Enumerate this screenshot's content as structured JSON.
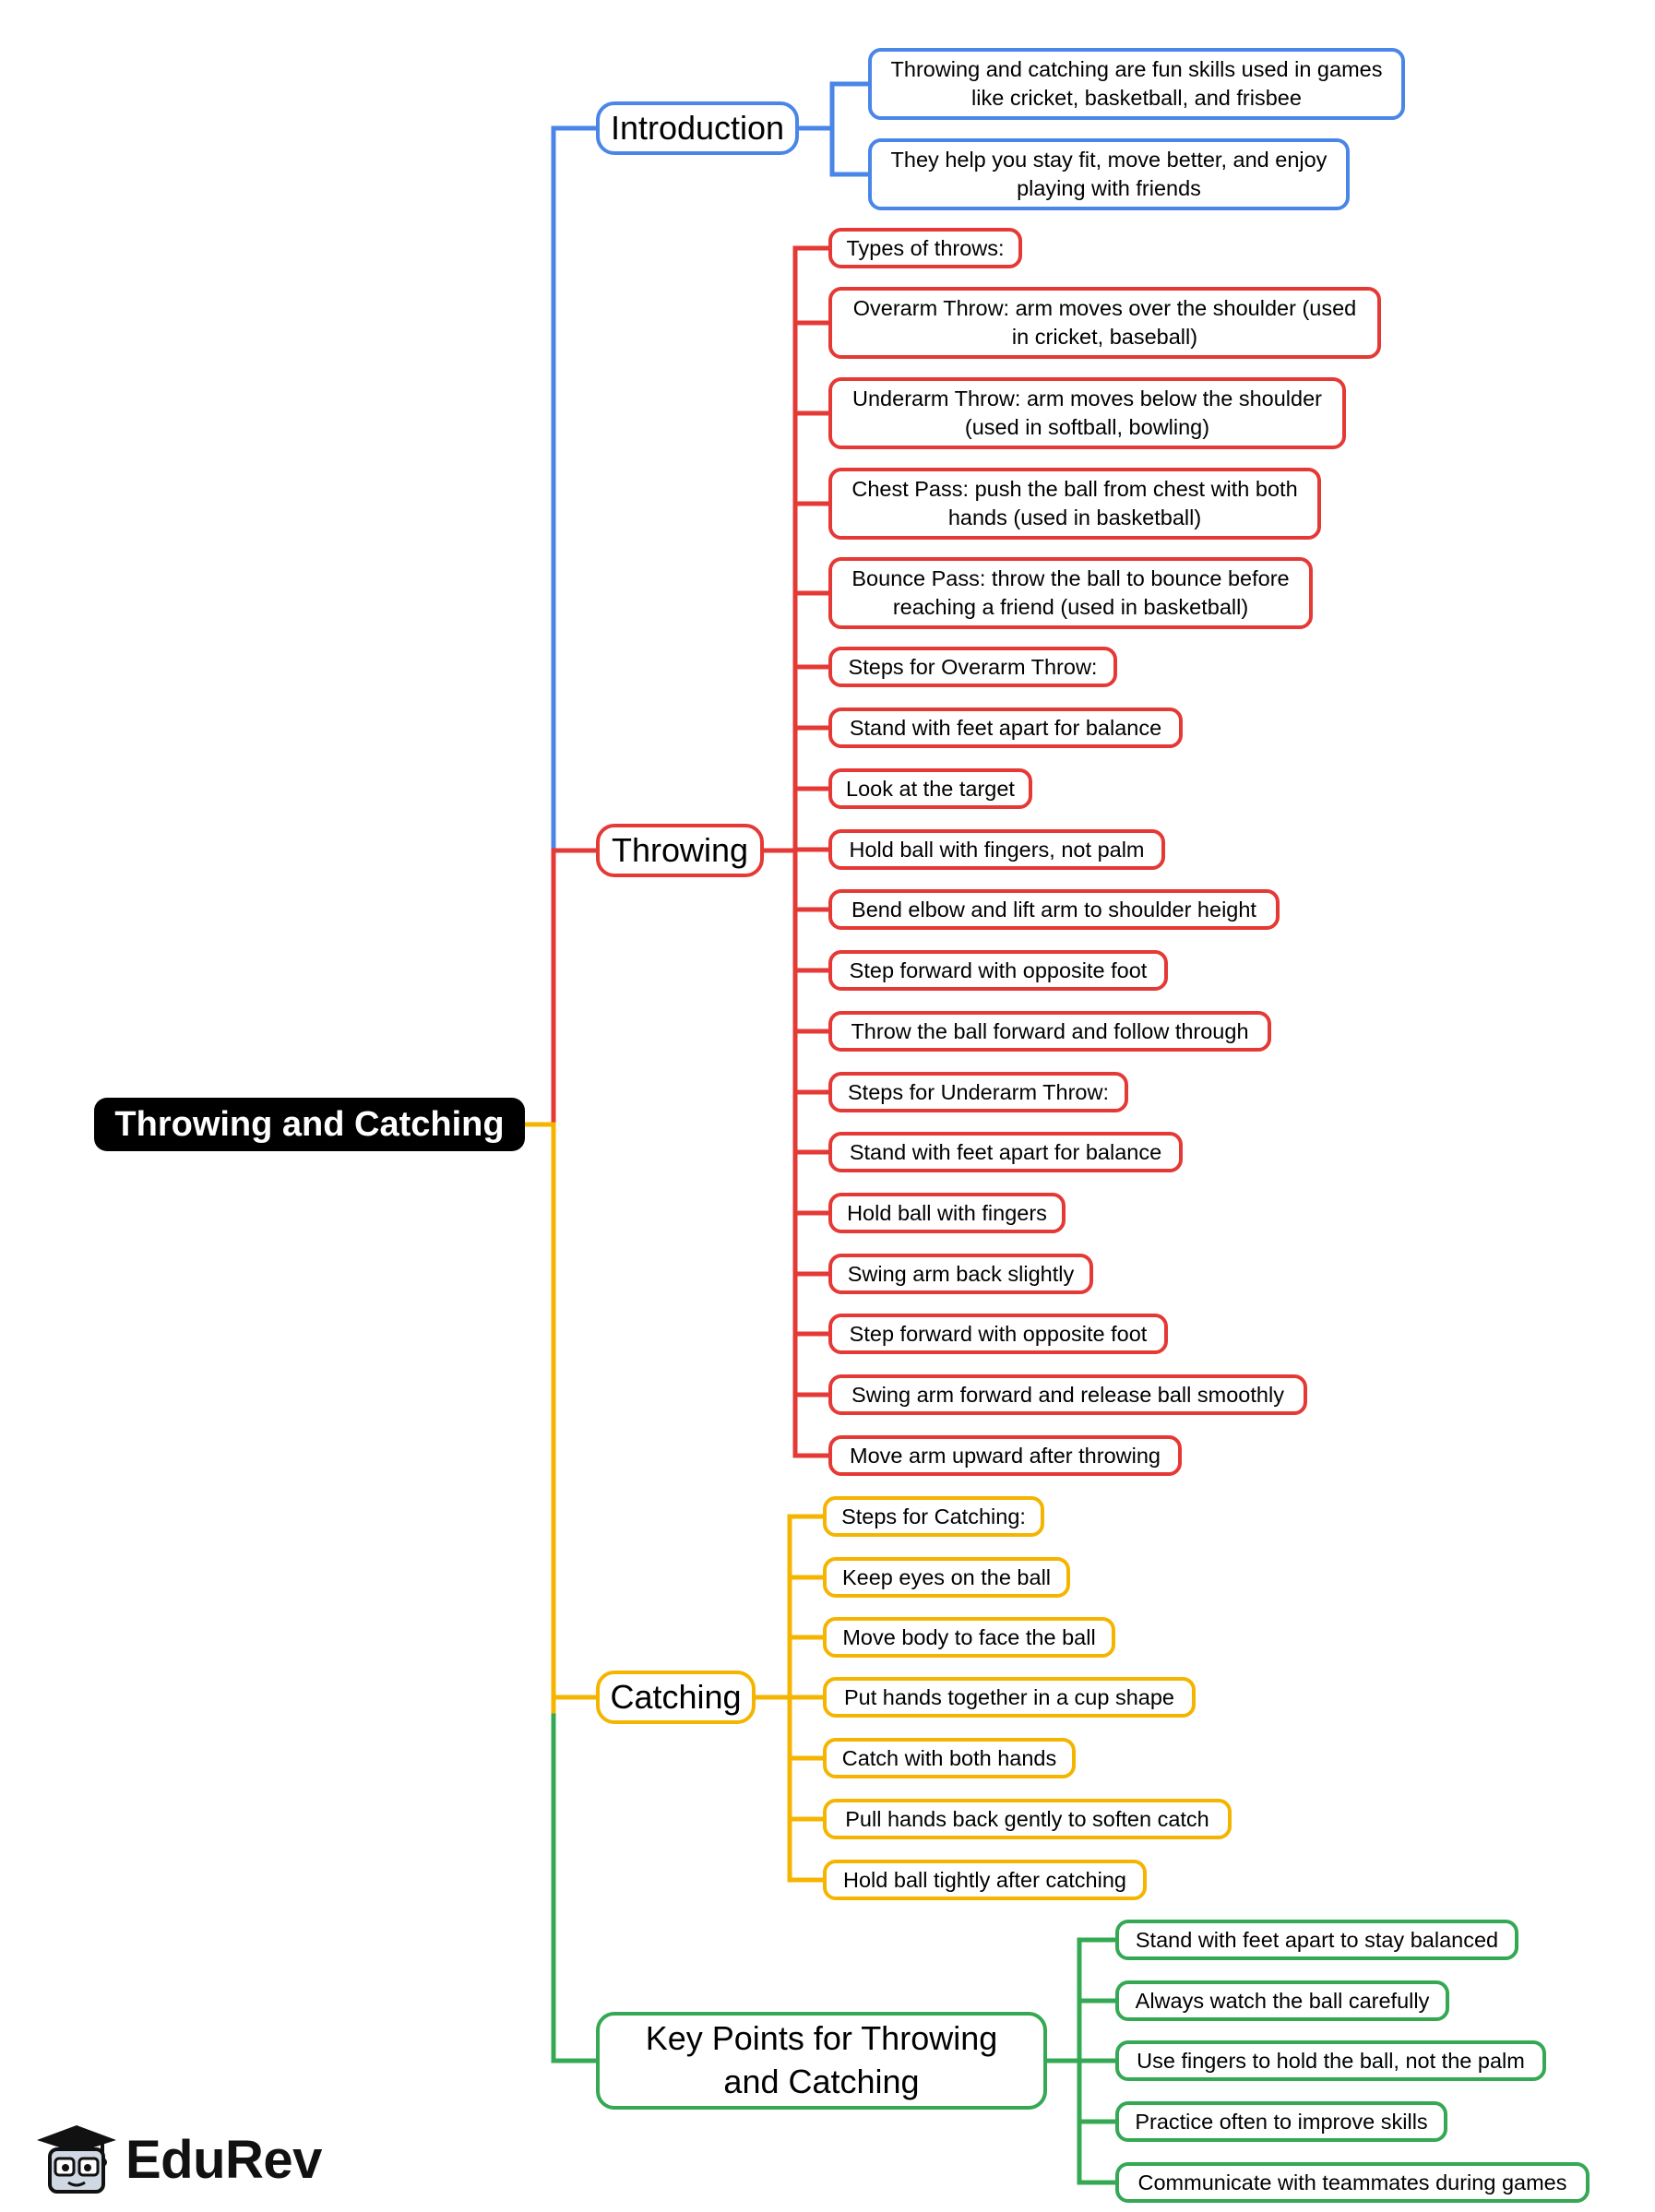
{
  "title": "Throwing and Catching",
  "colors": {
    "root": "#000000",
    "introduction": "#4a86e8",
    "throwing": "#e53935",
    "catching": "#f4b400",
    "key_points": "#34a853"
  },
  "branches": {
    "introduction": {
      "label": "Introduction",
      "items": [
        "Throwing and catching are fun skills used in games like cricket, basketball, and frisbee",
        "They help you stay fit, move better, and enjoy playing with friends"
      ]
    },
    "throwing": {
      "label": "Throwing",
      "items": [
        "Types of throws:",
        "Overarm Throw: arm moves over the shoulder (used in cricket, baseball)",
        "Underarm Throw: arm moves below the shoulder (used in softball, bowling)",
        "Chest Pass: push the ball from chest with both hands (used in basketball)",
        "Bounce Pass: throw the ball to bounce before reaching a friend (used in basketball)",
        "Steps for Overarm Throw:",
        "Stand with feet apart for balance",
        "Look at the target",
        "Hold ball with fingers, not palm",
        "Bend elbow and lift arm to shoulder height",
        "Step forward with opposite foot",
        "Throw the ball forward and follow through",
        "Steps for Underarm Throw:",
        "Stand with feet apart for balance",
        "Hold ball with fingers",
        "Swing arm back slightly",
        "Step forward with opposite foot",
        "Swing arm forward and release ball smoothly",
        "Move arm upward after throwing"
      ]
    },
    "catching": {
      "label": "Catching",
      "items": [
        "Steps for Catching:",
        "Keep eyes on the ball",
        "Move body to face the ball",
        "Put hands together in a cup shape",
        "Catch with both hands",
        "Pull hands back gently to soften catch",
        "Hold ball tightly after catching"
      ]
    },
    "key_points": {
      "label": "Key Points for Throwing and Catching",
      "items": [
        "Stand with feet apart to stay balanced",
        "Always watch the ball carefully",
        "Use fingers to hold the ball, not the palm",
        "Practice often to improve skills",
        "Communicate with teammates during games"
      ]
    }
  },
  "logo": {
    "text": "EduRev",
    "icon": "graduate-mascot-icon"
  }
}
